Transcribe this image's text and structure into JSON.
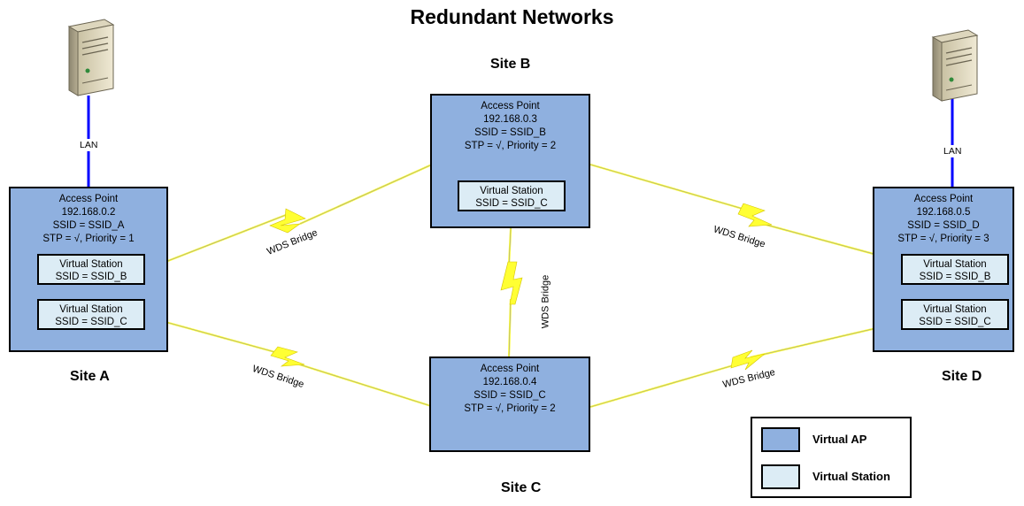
{
  "title": "Redundant Networks",
  "sites": {
    "a": "Site A",
    "b": "Site B",
    "c": "Site C",
    "d": "Site D"
  },
  "access_points": {
    "a": {
      "title": "Access Point",
      "ip": "192.168.0.2",
      "ssid": "SSID = SSID_A",
      "stp": "STP = √, Priority = 1"
    },
    "b": {
      "title": "Access Point",
      "ip": "192.168.0.3",
      "ssid": "SSID = SSID_B",
      "stp": "STP = √, Priority = 2"
    },
    "c": {
      "title": "Access Point",
      "ip": "192.168.0.4",
      "ssid": "SSID = SSID_C",
      "stp": "STP = √, Priority = 2"
    },
    "d": {
      "title": "Access Point",
      "ip": "192.168.0.5",
      "ssid": "SSID = SSID_D",
      "stp": "STP = √, Priority = 3"
    }
  },
  "virtual_stations": {
    "a1": {
      "title": "Virtual Station",
      "ssid": "SSID = SSID_B"
    },
    "a2": {
      "title": "Virtual Station",
      "ssid": "SSID = SSID_C"
    },
    "b1": {
      "title": "Virtual Station",
      "ssid": "SSID = SSID_C"
    },
    "d1": {
      "title": "Virtual Station",
      "ssid": "SSID = SSID_B"
    },
    "d2": {
      "title": "Virtual Station",
      "ssid": "SSID = SSID_C"
    }
  },
  "links": {
    "wds_label": "WDS Bridge",
    "lan_label": "LAN"
  },
  "legend": {
    "virtual_ap": "Virtual AP",
    "virtual_station": "Virtual Station"
  },
  "colors": {
    "virtual_ap": "#8fb0df",
    "virtual_station": "#dcecf5",
    "lan_line": "#0000ff",
    "bolt": "#ffff33"
  },
  "icons": [
    "server-icon",
    "server-icon"
  ]
}
